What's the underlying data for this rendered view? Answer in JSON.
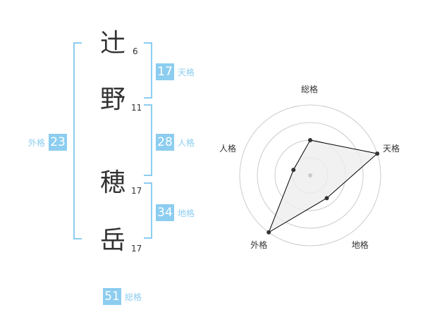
{
  "name": {
    "chars": [
      {
        "char": "辻",
        "strokes": "6"
      },
      {
        "char": "野",
        "strokes": "11"
      },
      {
        "char": "穂",
        "strokes": "17"
      },
      {
        "char": "岳",
        "strokes": "17"
      }
    ]
  },
  "scores": {
    "tenkaku": {
      "value": "17",
      "label": "天格"
    },
    "jinkaku": {
      "value": "28",
      "label": "人格"
    },
    "chikaku": {
      "value": "34",
      "label": "地格"
    },
    "gaikaku": {
      "value": "23",
      "label": "外格"
    },
    "soukaku": {
      "value": "51",
      "label": "総格"
    }
  },
  "chart_data": {
    "type": "radar",
    "axes": [
      "総格",
      "天格",
      "地格",
      "外格",
      "人格"
    ],
    "values": [
      0.5,
      1.0,
      0.4,
      1.0,
      0.25
    ],
    "max": 1.0,
    "rings": 4
  },
  "colors": {
    "accent": "#8ccdf0",
    "text": "#333333",
    "grid": "#cccccc",
    "fill": "#eeeeee"
  }
}
